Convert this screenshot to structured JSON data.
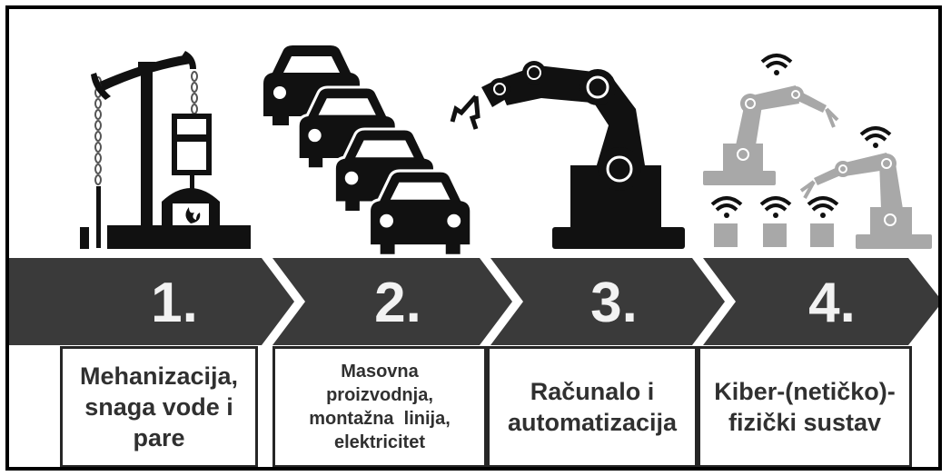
{
  "stages": [
    {
      "number": "1.",
      "lines": [
        "Mehanizacija,",
        "snaga vode i",
        "pare"
      ]
    },
    {
      "number": "2.",
      "lines": [
        "Masovna",
        "proizvodnja,",
        "montažna  linija,",
        "elektricitet"
      ]
    },
    {
      "number": "3.",
      "lines": [
        "Računalo i",
        "automatizacija"
      ]
    },
    {
      "number": "4.",
      "lines": [
        "Kiber-(netičko)-",
        "fizički sustav"
      ]
    }
  ],
  "colors": {
    "arrow": "#3a3a3a",
    "dark_icon": "#111111",
    "grey_icon": "#a8a8a8",
    "frame": "#000000"
  },
  "icons": [
    "steam-engine-icon",
    "assembly-line-cars-icon",
    "industrial-robot-arm-icon",
    "cyber-physical-robots-icon"
  ]
}
